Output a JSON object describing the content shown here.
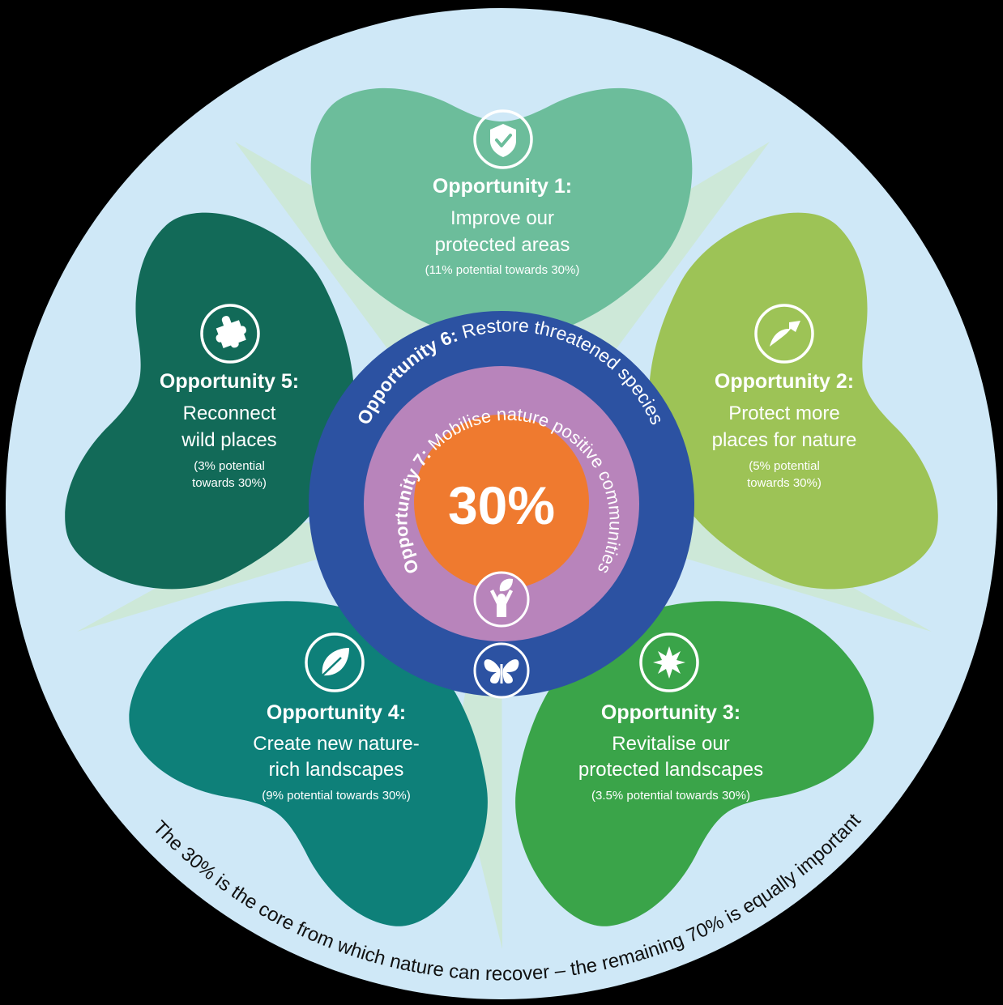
{
  "colors": {
    "background_circle": "#cfe8f7",
    "star": "#cde8d8",
    "petal1": "#6cbd9b",
    "petal2": "#9dc356",
    "petal3": "#3aa449",
    "petal4": "#0e8079",
    "petal5": "#126a58",
    "ring6": "#2c52a2",
    "ring7": "#b884bb",
    "center": "#ef7a2f"
  },
  "center": {
    "label": "30%"
  },
  "opportunities": [
    {
      "title": "Opportunity 1:",
      "lines": [
        "Improve our",
        "protected areas"
      ],
      "potential": [
        "(11% potential towards 30%)"
      ],
      "icon": "shield-check-icon"
    },
    {
      "title": "Opportunity 2:",
      "lines": [
        "Protect more",
        "places for nature"
      ],
      "potential": [
        "(5% potential",
        "towards 30%)"
      ],
      "icon": "arrow-up-right-icon"
    },
    {
      "title": "Opportunity 3:",
      "lines": [
        "Revitalise our",
        "protected landscapes"
      ],
      "potential": [
        "(3.5% potential towards 30%)"
      ],
      "icon": "star-burst-icon"
    },
    {
      "title": "Opportunity 4:",
      "lines": [
        "Create new nature-",
        "rich landscapes"
      ],
      "potential": [
        "(9% potential towards 30%)"
      ],
      "icon": "leaf-icon"
    },
    {
      "title": "Opportunity 5:",
      "lines": [
        "Reconnect",
        "wild places"
      ],
      "potential": [
        "(3% potential",
        "towards 30%)"
      ],
      "icon": "puzzle-icon"
    }
  ],
  "ring6": {
    "title": "Opportunity 6:",
    "text": " Restore threatened species",
    "icon": "butterfly-icon"
  },
  "ring7": {
    "title": "Opportunity 7:",
    "text": " Mobilise nature positive communities",
    "icon": "person-leaf-icon"
  },
  "footer": {
    "text": "The 30% is the core from which nature can recover – the remaining 70% is equally important"
  }
}
